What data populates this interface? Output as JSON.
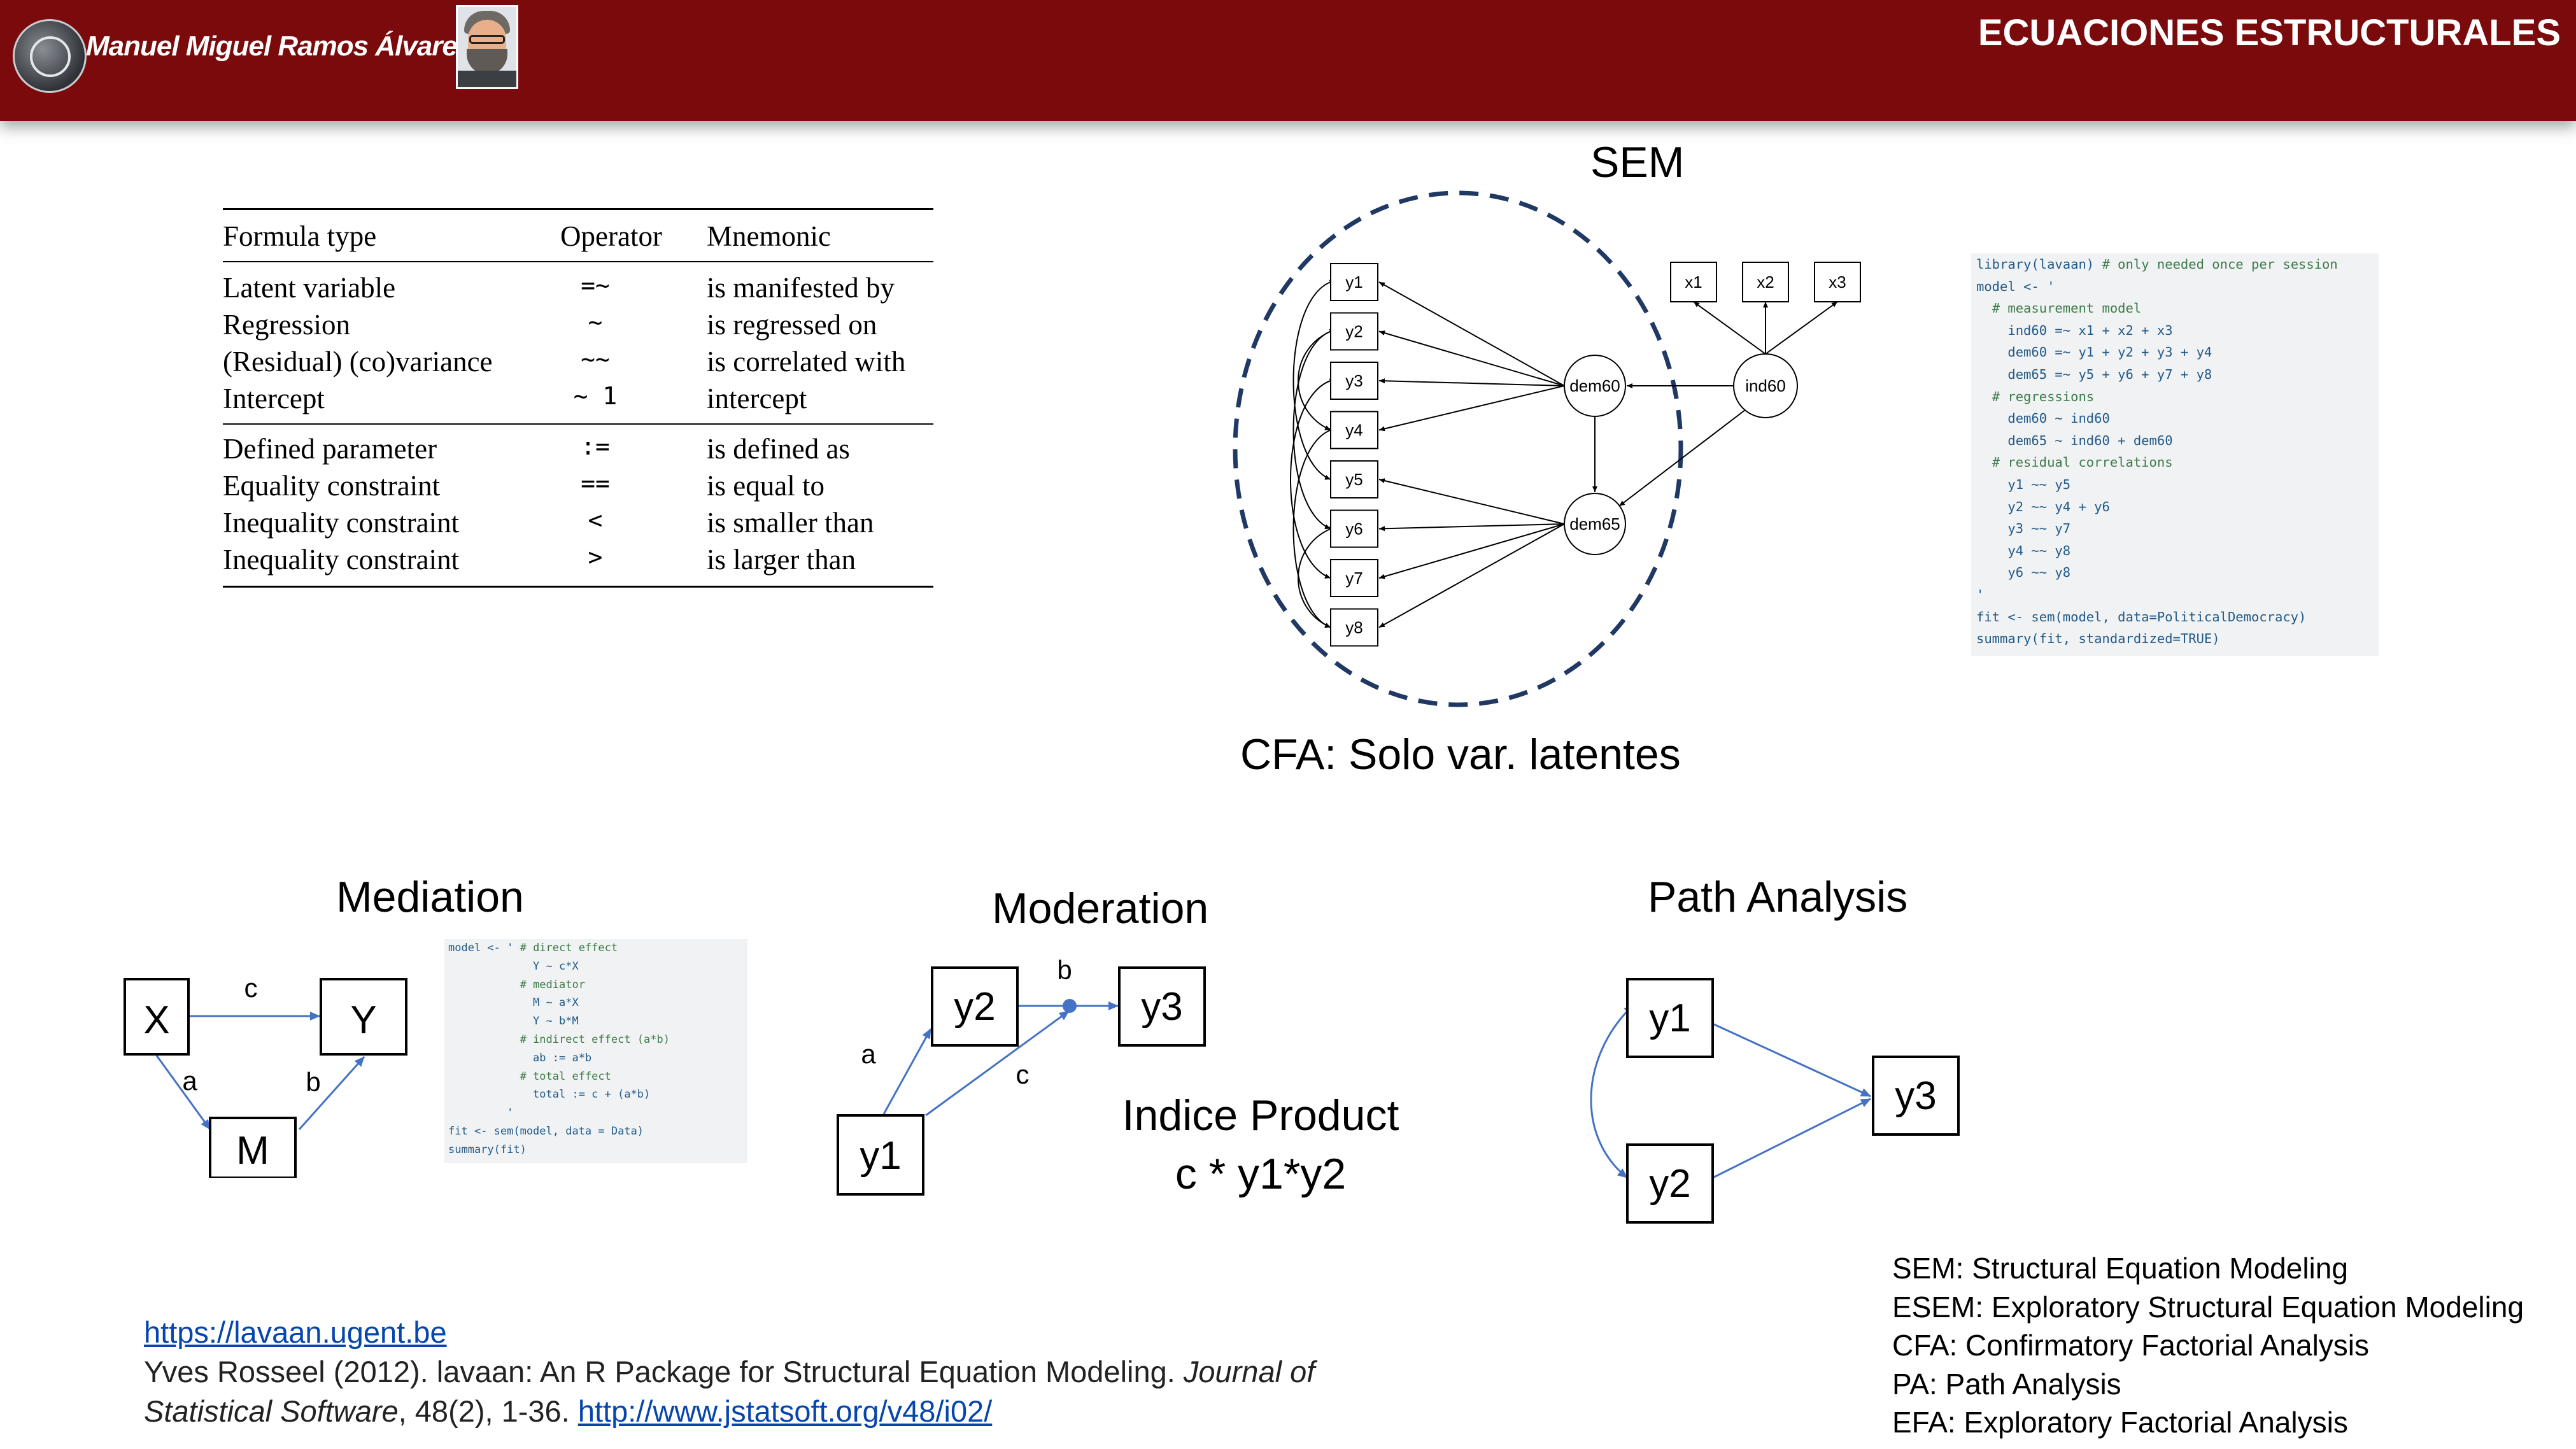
{
  "header": {
    "author": "Manuel Miguel Ramos Álvarez-1",
    "title": "ECUACIONES ESTRUCTURALES"
  },
  "operator_table": {
    "headers": [
      "Formula type",
      "Operator",
      "Mnemonic"
    ],
    "group1": [
      [
        "Latent variable",
        "=~",
        "is manifested by"
      ],
      [
        "Regression",
        "~",
        "is regressed on"
      ],
      [
        "(Residual) (co)variance",
        "~~",
        "is correlated with"
      ],
      [
        "Intercept",
        "~ 1",
        "intercept"
      ]
    ],
    "group2": [
      [
        "Defined parameter",
        ":=",
        "is defined as"
      ],
      [
        "Equality constraint",
        "==",
        "is equal to"
      ],
      [
        "Inequality constraint",
        "<",
        "is smaller than"
      ],
      [
        "Inequality constraint",
        ">",
        "is larger than"
      ]
    ]
  },
  "sem": {
    "title": "SEM",
    "caption": "CFA: Solo var. latentes",
    "indicators": [
      "y1",
      "y2",
      "y3",
      "y4",
      "y5",
      "y6",
      "y7",
      "y8"
    ],
    "exogenous_indicators": [
      "x1",
      "x2",
      "x3"
    ],
    "latents": [
      "dem60",
      "dem65",
      "ind60"
    ]
  },
  "lavaan_code": [
    "library(lavaan) # only needed once per session",
    "model <- '",
    "  # measurement model",
    "    ind60 =~ x1 + x2 + x3",
    "    dem60 =~ y1 + y2 + y3 + y4",
    "    dem65 =~ y5 + y6 + y7 + y8",
    "  # regressions",
    "    dem60 ~ ind60",
    "    dem65 ~ ind60 + dem60",
    "  # residual correlations",
    "    y1 ~~ y5",
    "    y2 ~~ y4 + y6",
    "    y3 ~~ y7",
    "    y4 ~~ y8",
    "    y6 ~~ y8",
    "'",
    "fit <- sem(model, data=PoliticalDemocracy)",
    "summary(fit, standardized=TRUE)"
  ],
  "mediation": {
    "title": "Mediation",
    "nodes": {
      "x": "X",
      "y": "Y",
      "m": "M"
    },
    "paths": {
      "c": "c",
      "a": "a",
      "b": "b"
    },
    "code": [
      "model <- ' # direct effect",
      "             Y ~ c*X",
      "           # mediator",
      "             M ~ a*X",
      "             Y ~ b*M",
      "           # indirect effect (a*b)",
      "             ab := a*b",
      "           # total effect",
      "             total := c + (a*b)",
      "         '",
      "fit <- sem(model, data = Data)",
      "summary(fit)"
    ]
  },
  "moderation": {
    "title": "Moderation",
    "nodes": {
      "y1": "y1",
      "y2": "y2",
      "y3": "y3"
    },
    "paths": {
      "a": "a",
      "b": "b",
      "c": "c"
    },
    "product_line1": "Indice Product",
    "product_line2": "c * y1*y2"
  },
  "path_analysis": {
    "title": "Path Analysis",
    "nodes": {
      "y1": "y1",
      "y2": "y2",
      "y3": "y3"
    }
  },
  "references": {
    "url": "https://lavaan.ugent.be",
    "citation_start": "Yves Rosseel (2012). lavaan: An R Package for Structural Equation Modeling. ",
    "journal_part1": "Journal of",
    "journal_part2": "Statistical Software",
    "citation_end": ", 48(2), 1-36. ",
    "doi_url": "http://www.jstatsoft.org/v48/i02/"
  },
  "glossary": [
    "SEM: Structural Equation Modeling",
    "ESEM: Exploratory Structural Equation Modeling",
    "CFA: Confirmatory Factorial Analysis",
    "PA: Path Analysis",
    "EFA: Exploratory Factorial Analysis"
  ],
  "colors": {
    "header_bg": "#7a0a0b",
    "diagram_blue": "#4472c4",
    "link_blue": "#0645ad",
    "dashed_ellipse": "#1f3864"
  }
}
